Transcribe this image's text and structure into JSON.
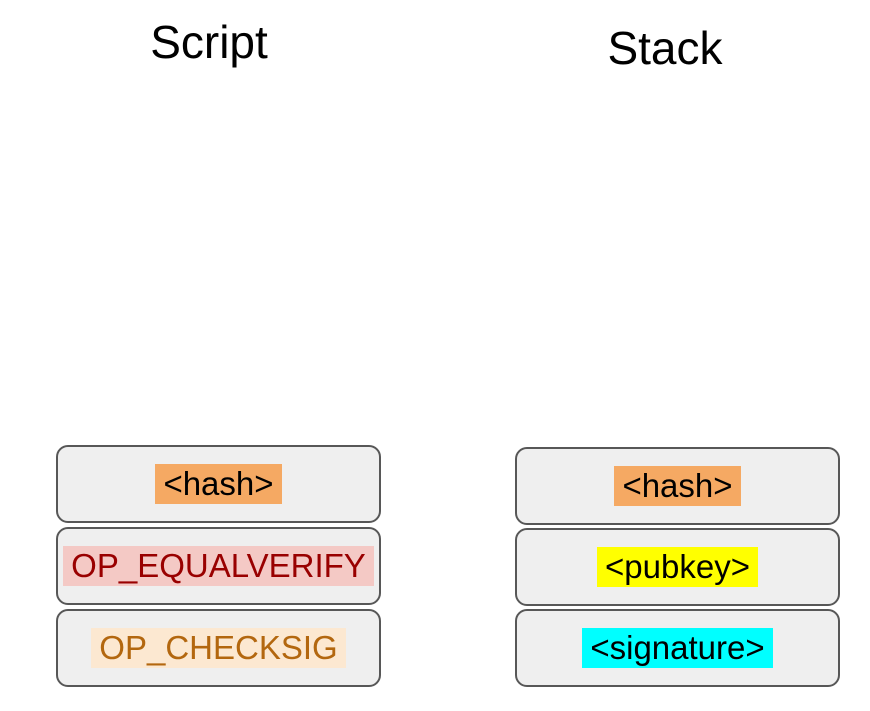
{
  "diagram": {
    "script_column": {
      "title": "Script",
      "items": [
        {
          "label": "<hash>",
          "text_color": "#000000",
          "highlight_color": "#f5a963"
        },
        {
          "label": "OP_EQUALVERIFY",
          "text_color": "#990000",
          "highlight_color": "#f4c9c5"
        },
        {
          "label": "OP_CHECKSIG",
          "text_color": "#b3670f",
          "highlight_color": "#fce8d1"
        }
      ]
    },
    "stack_column": {
      "title": "Stack",
      "items": [
        {
          "label": "<hash>",
          "text_color": "#000000",
          "highlight_color": "#f5a963"
        },
        {
          "label": "<pubkey>",
          "text_color": "#000000",
          "highlight_color": "#ffff00"
        },
        {
          "label": "<signature>",
          "text_color": "#000000",
          "highlight_color": "#00ffff"
        }
      ]
    },
    "colors": {
      "background": "#ffffff",
      "box_fill": "#efefef",
      "box_border": "#575757",
      "title_text": "#000000"
    }
  }
}
